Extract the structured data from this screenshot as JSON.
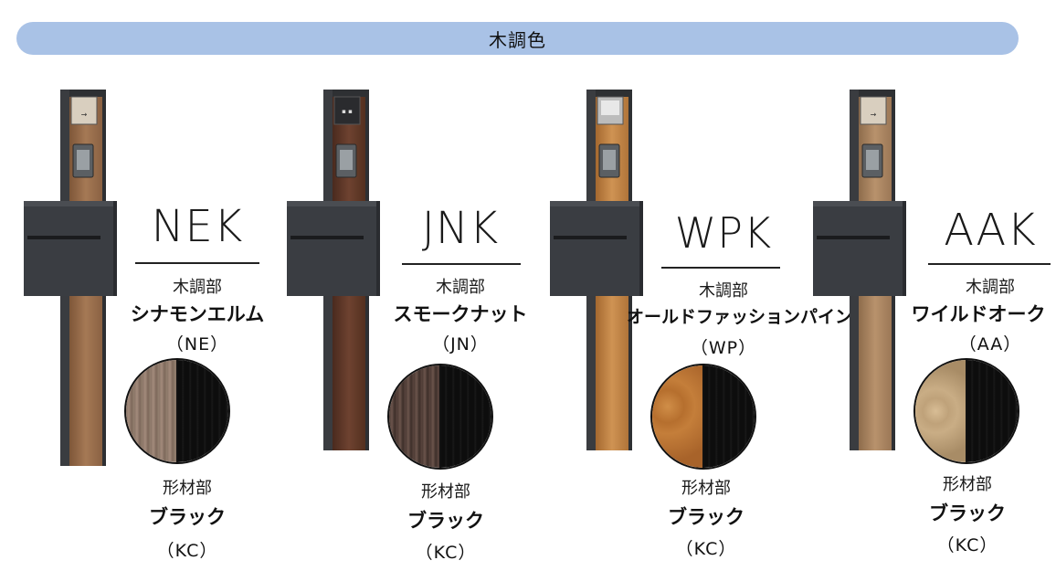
{
  "banner": {
    "title": "木調色"
  },
  "variants": [
    {
      "code": "NEK",
      "wood_label": "木調部",
      "wood_name": "シナモンエルム",
      "wood_code": "（NE）",
      "frame_label": "形材部",
      "frame_name": "ブラック",
      "frame_code": "（KC）",
      "wood_color": "#8c6446",
      "wood_color_light": "#a87a58",
      "swatch_color": "#8a7466",
      "swatch_color_light": "#a38b7c"
    },
    {
      "code": "JNK",
      "wood_label": "木調部",
      "wood_name": "スモークナット",
      "wood_code": "（JN）",
      "frame_label": "形材部",
      "frame_name": "ブラック",
      "frame_code": "（KC）",
      "wood_color": "#5a3628",
      "wood_color_light": "#744836",
      "swatch_color": "#4c3a34",
      "swatch_color_light": "#6b554c"
    },
    {
      "code": "WPK",
      "wood_label": "木調部",
      "wood_name": "オールドファッションパイン",
      "wood_code": "（WP）",
      "frame_label": "形材部",
      "frame_name": "ブラック",
      "frame_code": "（KC）",
      "wood_color": "#b0733a",
      "wood_color_light": "#c98c4f",
      "swatch_color": "#b66f2e",
      "swatch_color_light": "#d08e48"
    },
    {
      "code": "AAK",
      "wood_label": "木調部",
      "wood_name": "ワイルドオーク",
      "wood_code": "（AA）",
      "frame_label": "形材部",
      "frame_name": "ブラック",
      "frame_code": "（KC）",
      "wood_color": "#9e7a58",
      "wood_color_light": "#b8926c",
      "swatch_color": "#bfa27a",
      "swatch_color_light": "#d8bd95"
    }
  ]
}
